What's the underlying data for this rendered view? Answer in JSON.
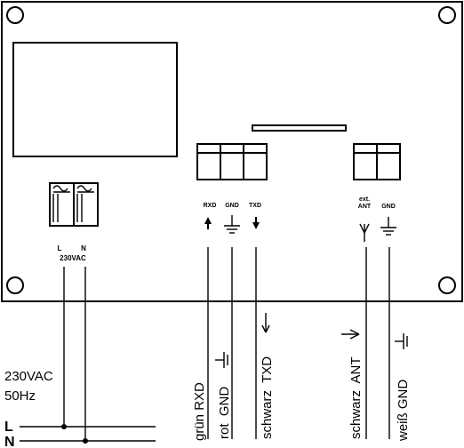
{
  "terminals": {
    "power": {
      "l_label": "L",
      "n_label": "N",
      "voltage_label": "230VAC"
    },
    "data": {
      "rxd_label": "RXD",
      "gnd_label": "GND",
      "txd_label": "TXD"
    },
    "antenna": {
      "ext_label": "ext.",
      "ant_label": "ANT",
      "gnd_label": "GND"
    }
  },
  "wires": {
    "rxd": "grün RXD",
    "gnd": "rot  GND",
    "txd": "schwarz  TXD",
    "ant": "schwarz  ANT",
    "ant_gnd": "weiß GND"
  },
  "supply": {
    "voltage": "230VAC",
    "frequency": "50Hz",
    "l_label": "L",
    "n_label": "N"
  }
}
